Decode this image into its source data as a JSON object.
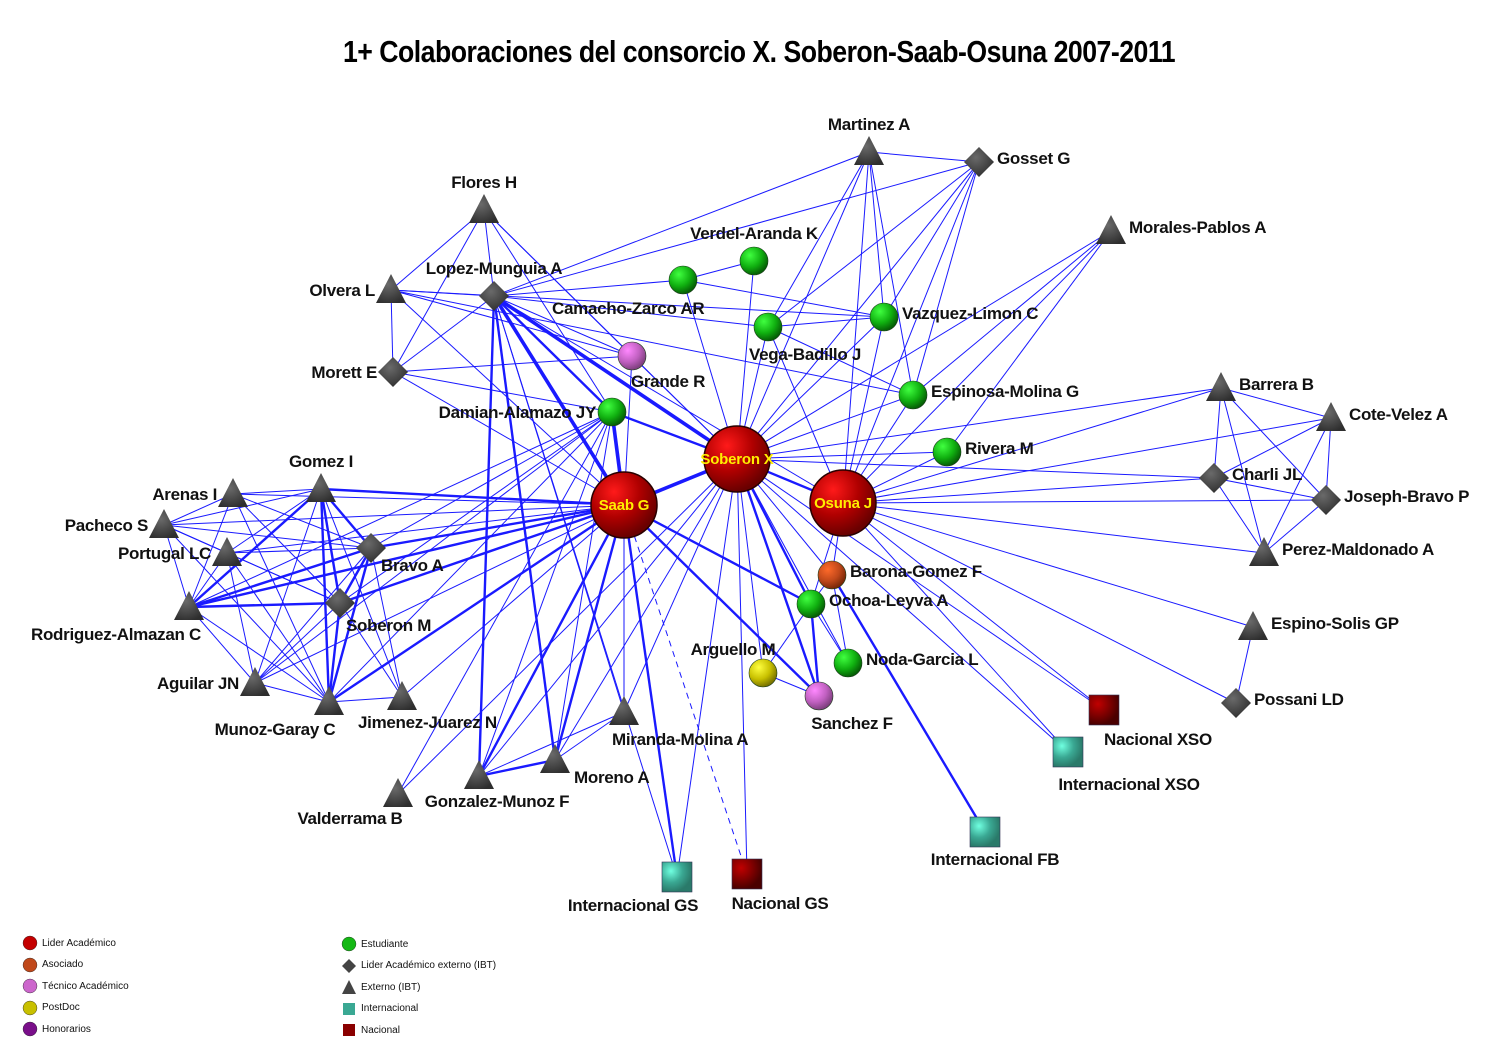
{
  "title": "1+ Colaboraciones del consorcio X. Soberon-Saab-Osuna 2007-2011",
  "colors": {
    "edge": "#1a1aff",
    "lider": "#c40000",
    "asociado": "#c0481a",
    "tecnico": "#cc66cc",
    "postdoc": "#c8c000",
    "honorarios": "#7a0f8a",
    "estudiante": "#14b814",
    "externo": "#444444",
    "internacional": "#3aa893",
    "nacional": "#8a0000",
    "center_label": "#ffee00"
  },
  "legend": {
    "left": [
      {
        "label": "Lider Académico",
        "shape": "circle",
        "type": "lider"
      },
      {
        "label": "Asociado",
        "shape": "circle",
        "type": "asociado"
      },
      {
        "label": "Técnico Académico",
        "shape": "circle",
        "type": "tecnico"
      },
      {
        "label": "PostDoc",
        "shape": "circle",
        "type": "postdoc"
      },
      {
        "label": "Honorarios",
        "shape": "circle",
        "type": "honorarios"
      }
    ],
    "right": [
      {
        "label": "Estudiante",
        "shape": "circle",
        "type": "estudiante"
      },
      {
        "label": "Lider Académico externo (IBT)",
        "shape": "diamond",
        "type": "externo"
      },
      {
        "label": "Externo (IBT)",
        "shape": "triangle",
        "type": "externo"
      },
      {
        "label": "Internacional",
        "shape": "square",
        "type": "internacional"
      },
      {
        "label": "Nacional",
        "shape": "square",
        "type": "nacional"
      }
    ]
  },
  "nodes": [
    {
      "id": "soberon_x",
      "label": "Soberon X",
      "type": "lider",
      "shape": "bigcircle"
    },
    {
      "id": "saab_g",
      "label": "Saab G",
      "type": "lider",
      "shape": "bigcircle"
    },
    {
      "id": "osuna_j",
      "label": "Osuna J",
      "type": "lider",
      "shape": "bigcircle"
    },
    {
      "id": "martinez_a",
      "label": "Martinez A",
      "type": "externo",
      "shape": "triangle"
    },
    {
      "id": "gosset_g",
      "label": "Gosset G",
      "type": "externo",
      "shape": "diamond"
    },
    {
      "id": "flores_h",
      "label": "Flores H",
      "type": "externo",
      "shape": "triangle"
    },
    {
      "id": "morales_pablos_a",
      "label": "Morales-Pablos A",
      "type": "externo",
      "shape": "triangle"
    },
    {
      "id": "verdel_aranda_k",
      "label": "Verdel-Aranda K",
      "type": "estudiante",
      "shape": "circle"
    },
    {
      "id": "olvera_l",
      "label": "Olvera L",
      "type": "externo",
      "shape": "triangle"
    },
    {
      "id": "lopez_munguia_a",
      "label": "Lopez-Munguia A",
      "type": "externo",
      "shape": "diamond"
    },
    {
      "id": "camacho_zarco_ar",
      "label": "Camacho-Zarco AR",
      "type": "estudiante",
      "shape": "circle"
    },
    {
      "id": "vega_badillo_j",
      "label": "Vega-Badillo J",
      "type": "estudiante",
      "shape": "circle"
    },
    {
      "id": "vazquez_limon_c",
      "label": "Vazquez-Limon C",
      "type": "estudiante",
      "shape": "circle"
    },
    {
      "id": "morett_e",
      "label": "Morett E",
      "type": "externo",
      "shape": "diamond"
    },
    {
      "id": "grande_r",
      "label": "Grande R",
      "type": "tecnico",
      "shape": "circle"
    },
    {
      "id": "espinosa_molina_g",
      "label": "Espinosa-Molina G",
      "type": "estudiante",
      "shape": "circle"
    },
    {
      "id": "damian_alamazo_jy",
      "label": "Damian-Alamazo JY",
      "type": "estudiante",
      "shape": "circle"
    },
    {
      "id": "barrera_b",
      "label": "Barrera B",
      "type": "externo",
      "shape": "triangle"
    },
    {
      "id": "cote_velez_a",
      "label": "Cote-Velez A",
      "type": "externo",
      "shape": "triangle"
    },
    {
      "id": "rivera_m",
      "label": "Rivera M",
      "type": "estudiante",
      "shape": "circle"
    },
    {
      "id": "gomez_i",
      "label": "Gomez I",
      "type": "externo",
      "shape": "triangle"
    },
    {
      "id": "arenas_i",
      "label": "Arenas I",
      "type": "externo",
      "shape": "triangle"
    },
    {
      "id": "charli_jl",
      "label": "Charli JL",
      "type": "externo",
      "shape": "diamond"
    },
    {
      "id": "joseph_bravo_p",
      "label": "Joseph-Bravo P",
      "type": "externo",
      "shape": "diamond"
    },
    {
      "id": "pacheco_s",
      "label": "Pacheco S",
      "type": "externo",
      "shape": "triangle"
    },
    {
      "id": "portugal_lc",
      "label": "Portugal LC",
      "type": "externo",
      "shape": "triangle"
    },
    {
      "id": "bravo_a",
      "label": "Bravo A",
      "type": "externo",
      "shape": "diamond"
    },
    {
      "id": "perez_maldonado_a",
      "label": "Perez-Maldonado A",
      "type": "externo",
      "shape": "triangle"
    },
    {
      "id": "barona_gomez_f",
      "label": "Barona-Gomez F",
      "type": "asociado",
      "shape": "circle"
    },
    {
      "id": "rodriguez_almazan_c",
      "label": "Rodriguez-Almazan C",
      "type": "externo",
      "shape": "triangle"
    },
    {
      "id": "soberon_m",
      "label": "Soberon M",
      "type": "externo",
      "shape": "diamond"
    },
    {
      "id": "ochoa_leyva_a",
      "label": "Ochoa-Leyva A",
      "type": "estudiante",
      "shape": "circle"
    },
    {
      "id": "espino_solis_gp",
      "label": "Espino-Solis GP",
      "type": "externo",
      "shape": "triangle"
    },
    {
      "id": "arguello_m",
      "label": "Arguello M",
      "type": "postdoc",
      "shape": "circle"
    },
    {
      "id": "noda_garcia_l",
      "label": "Noda-Garcia L",
      "type": "estudiante",
      "shape": "circle"
    },
    {
      "id": "aguilar_jn",
      "label": "Aguilar JN",
      "type": "externo",
      "shape": "triangle"
    },
    {
      "id": "munoz_garay_c",
      "label": "Munoz-Garay C",
      "type": "externo",
      "shape": "triangle"
    },
    {
      "id": "jimenez_juarez_n",
      "label": "Jimenez-Juarez N",
      "type": "externo",
      "shape": "triangle"
    },
    {
      "id": "sanchez_f",
      "label": "Sanchez F",
      "type": "tecnico",
      "shape": "circle"
    },
    {
      "id": "possani_ld",
      "label": "Possani LD",
      "type": "externo",
      "shape": "diamond"
    },
    {
      "id": "nacional_xso",
      "label": "Nacional XSO",
      "type": "nacional",
      "shape": "square"
    },
    {
      "id": "miranda_molina_a",
      "label": "Miranda-Molina A",
      "type": "externo",
      "shape": "triangle"
    },
    {
      "id": "internacional_xso",
      "label": "Internacional XSO",
      "type": "internacional",
      "shape": "square"
    },
    {
      "id": "moreno_a",
      "label": "Moreno A",
      "type": "externo",
      "shape": "triangle"
    },
    {
      "id": "valderrama_b",
      "label": "Valderrama B",
      "type": "externo",
      "shape": "triangle"
    },
    {
      "id": "gonzalez_munoz_f",
      "label": "Gonzalez-Munoz F",
      "type": "externo",
      "shape": "triangle"
    },
    {
      "id": "internacional_fb",
      "label": "Internacional FB",
      "type": "internacional",
      "shape": "square"
    },
    {
      "id": "internacional_gs",
      "label": "Internacional GS",
      "type": "internacional",
      "shape": "square"
    },
    {
      "id": "nacional_gs",
      "label": "Nacional GS",
      "type": "nacional",
      "shape": "square"
    }
  ],
  "edges": [
    [
      "soberon_x",
      "saab_g",
      3
    ],
    [
      "soberon_x",
      "osuna_j",
      2
    ],
    [
      "soberon_x",
      "martinez_a",
      1
    ],
    [
      "soberon_x",
      "gosset_g",
      1
    ],
    [
      "soberon_x",
      "verdel_aranda_k",
      1
    ],
    [
      "soberon_x",
      "camacho_zarco_ar",
      1
    ],
    [
      "soberon_x",
      "vega_badillo_j",
      1
    ],
    [
      "soberon_x",
      "vazquez_limon_c",
      1
    ],
    [
      "soberon_x",
      "espinosa_molina_g",
      1
    ],
    [
      "soberon_x",
      "rivera_m",
      1
    ],
    [
      "soberon_x",
      "morales_pablos_a",
      1
    ],
    [
      "soberon_x",
      "lopez_munguia_a",
      3
    ],
    [
      "soberon_x",
      "damian_alamazo_jy",
      2
    ],
    [
      "soberon_x",
      "grande_r",
      1
    ],
    [
      "soberon_x",
      "flores_h",
      1
    ],
    [
      "soberon_x",
      "ochoa_leyva_a",
      2
    ],
    [
      "soberon_x",
      "sanchez_f",
      2
    ],
    [
      "soberon_x",
      "arguello_m",
      1
    ],
    [
      "soberon_x",
      "noda_garcia_l",
      1
    ],
    [
      "soberon_x",
      "barona_gomez_f",
      1
    ],
    [
      "soberon_x",
      "internacional_gs",
      1
    ],
    [
      "soberon_x",
      "nacional_gs",
      1
    ],
    [
      "soberon_x",
      "miranda_molina_a",
      1
    ],
    [
      "soberon_x",
      "moreno_a",
      1
    ],
    [
      "soberon_x",
      "gonzalez_munoz_f",
      1
    ],
    [
      "soberon_x",
      "nacional_xso",
      1
    ],
    [
      "soberon_x",
      "internacional_xso",
      1
    ],
    [
      "soberon_x",
      "barrera_b",
      1
    ],
    [
      "soberon_x",
      "charli_jl",
      1
    ],
    [
      "soberon_x",
      "valderrama_b",
      1
    ],
    [
      "saab_g",
      "lopez_munguia_a",
      3
    ],
    [
      "saab_g",
      "damian_alamazo_jy",
      3
    ],
    [
      "saab_g",
      "grande_r",
      1
    ],
    [
      "saab_g",
      "gomez_i",
      2
    ],
    [
      "saab_g",
      "arenas_i",
      1
    ],
    [
      "saab_g",
      "pacheco_s",
      1
    ],
    [
      "saab_g",
      "portugal_lc",
      1
    ],
    [
      "saab_g",
      "bravo_a",
      2
    ],
    [
      "saab_g",
      "rodriguez_almazan_c",
      2
    ],
    [
      "saab_g",
      "soberon_m",
      2
    ],
    [
      "saab_g",
      "aguilar_jn",
      1
    ],
    [
      "saab_g",
      "munoz_garay_c",
      2
    ],
    [
      "saab_g",
      "jimenez_juarez_n",
      1
    ],
    [
      "saab_g",
      "gonzalez_munoz_f",
      2
    ],
    [
      "saab_g",
      "moreno_a",
      2
    ],
    [
      "saab_g",
      "miranda_molina_a",
      1
    ],
    [
      "saab_g",
      "internacional_gs",
      2
    ],
    [
      "saab_g",
      "ochoa_leyva_a",
      2
    ],
    [
      "saab_g",
      "sanchez_f",
      2
    ],
    [
      "saab_g",
      "nacional_gs",
      1,
      "dashed"
    ],
    [
      "saab_g",
      "olvera_l",
      1
    ],
    [
      "saab_g",
      "morett_e",
      1
    ],
    [
      "osuna_j",
      "martinez_a",
      1
    ],
    [
      "osuna_j",
      "gosset_g",
      1
    ],
    [
      "osuna_j",
      "morales_pablos_a",
      1
    ],
    [
      "osuna_j",
      "vazquez_limon_c",
      1
    ],
    [
      "osuna_j",
      "espinosa_molina_g",
      1
    ],
    [
      "osuna_j",
      "rivera_m",
      1
    ],
    [
      "osuna_j",
      "barrera_b",
      1
    ],
    [
      "osuna_j",
      "cote_velez_a",
      1
    ],
    [
      "osuna_j",
      "charli_jl",
      1
    ],
    [
      "osuna_j",
      "joseph_bravo_p",
      1
    ],
    [
      "osuna_j",
      "perez_maldonado_a",
      1
    ],
    [
      "osuna_j",
      "espino_solis_gp",
      1
    ],
    [
      "osuna_j",
      "possani_ld",
      1
    ],
    [
      "osuna_j",
      "nacional_xso",
      1
    ],
    [
      "osuna_j",
      "internacional_xso",
      1
    ],
    [
      "osuna_j",
      "vega_badillo_j",
      1
    ],
    [
      "osuna_j",
      "barona_gomez_f",
      1
    ],
    [
      "osuna_j",
      "ochoa_leyva_a",
      1
    ],
    [
      "osuna_j",
      "lopez_munguia_a",
      1
    ],
    [
      "martinez_a",
      "gosset_g",
      1
    ],
    [
      "martinez_a",
      "lopez_munguia_a",
      1
    ],
    [
      "martinez_a",
      "vega_badillo_j",
      1
    ],
    [
      "martinez_a",
      "vazquez_limon_c",
      1
    ],
    [
      "martinez_a",
      "espinosa_molina_g",
      1
    ],
    [
      "gosset_g",
      "lopez_munguia_a",
      1
    ],
    [
      "gosset_g",
      "vega_badillo_j",
      1
    ],
    [
      "gosset_g",
      "vazquez_limon_c",
      1
    ],
    [
      "gosset_g",
      "espinosa_molina_g",
      1
    ],
    [
      "morales_pablos_a",
      "espinosa_molina_g",
      1
    ],
    [
      "morales_pablos_a",
      "rivera_m",
      1
    ],
    [
      "verdel_aranda_k",
      "camacho_zarco_ar",
      1
    ],
    [
      "flores_h",
      "olvera_l",
      1
    ],
    [
      "flores_h",
      "lopez_munguia_a",
      1
    ],
    [
      "flores_h",
      "morett_e",
      1
    ],
    [
      "flores_h",
      "grande_r",
      1
    ],
    [
      "flores_h",
      "damian_alamazo_jy",
      1
    ],
    [
      "olvera_l",
      "lopez_munguia_a",
      1
    ],
    [
      "olvera_l",
      "morett_e",
      1
    ],
    [
      "olvera_l",
      "vazquez_limon_c",
      1
    ],
    [
      "olvera_l",
      "espinosa_molina_g",
      1
    ],
    [
      "olvera_l",
      "grande_r",
      1
    ],
    [
      "lopez_munguia_a",
      "morett_e",
      1
    ],
    [
      "lopez_munguia_a",
      "camacho_zarco_ar",
      1
    ],
    [
      "lopez_munguia_a",
      "vega_badillo_j",
      1
    ],
    [
      "lopez_munguia_a",
      "grande_r",
      1
    ],
    [
      "lopez_munguia_a",
      "damian_alamazo_jy",
      2
    ],
    [
      "lopez_munguia_a",
      "gonzalez_munoz_f",
      2
    ],
    [
      "lopez_munguia_a",
      "moreno_a",
      2
    ],
    [
      "lopez_munguia_a",
      "miranda_molina_a",
      1
    ],
    [
      "lopez_munguia_a",
      "internacional_gs",
      1
    ],
    [
      "morett_e",
      "grande_r",
      1
    ],
    [
      "morett_e",
      "damian_alamazo_jy",
      1
    ],
    [
      "vega_badillo_j",
      "vazquez_limon_c",
      1
    ],
    [
      "vega_badillo_j",
      "espinosa_molina_g",
      1
    ],
    [
      "camacho_zarco_ar",
      "vazquez_limon_c",
      1
    ],
    [
      "damian_alamazo_jy",
      "gonzalez_munoz_f",
      1
    ],
    [
      "damian_alamazo_jy",
      "moreno_a",
      1
    ],
    [
      "damian_alamazo_jy",
      "rodriguez_almazan_c",
      1
    ],
    [
      "damian_alamazo_jy",
      "munoz_garay_c",
      1
    ],
    [
      "damian_alamazo_jy",
      "soberon_m",
      1
    ],
    [
      "damian_alamazo_jy",
      "bravo_a",
      1
    ],
    [
      "damian_alamazo_jy",
      "aguilar_jn",
      1
    ],
    [
      "damian_alamazo_jy",
      "valderrama_b",
      1
    ],
    [
      "barrera_b",
      "cote_velez_a",
      1
    ],
    [
      "barrera_b",
      "charli_jl",
      1
    ],
    [
      "barrera_b",
      "joseph_bravo_p",
      1
    ],
    [
      "barrera_b",
      "perez_maldonado_a",
      1
    ],
    [
      "cote_velez_a",
      "charli_jl",
      1
    ],
    [
      "cote_velez_a",
      "joseph_bravo_p",
      1
    ],
    [
      "cote_velez_a",
      "perez_maldonado_a",
      1
    ],
    [
      "charli_jl",
      "joseph_bravo_p",
      1
    ],
    [
      "charli_jl",
      "perez_maldonado_a",
      1
    ],
    [
      "joseph_bravo_p",
      "perez_maldonado_a",
      1
    ],
    [
      "espino_solis_gp",
      "possani_ld",
      1
    ],
    [
      "gomez_i",
      "arenas_i",
      1
    ],
    [
      "gomez_i",
      "pacheco_s",
      1
    ],
    [
      "gomez_i",
      "portugal_lc",
      1
    ],
    [
      "gomez_i",
      "bravo_a",
      2
    ],
    [
      "gomez_i",
      "rodriguez_almazan_c",
      2
    ],
    [
      "gomez_i",
      "soberon_m",
      2
    ],
    [
      "gomez_i",
      "aguilar_jn",
      1
    ],
    [
      "gomez_i",
      "munoz_garay_c",
      2
    ],
    [
      "gomez_i",
      "jimenez_juarez_n",
      1
    ],
    [
      "arenas_i",
      "pacheco_s",
      1
    ],
    [
      "arenas_i",
      "bravo_a",
      1
    ],
    [
      "arenas_i",
      "rodriguez_almazan_c",
      1
    ],
    [
      "arenas_i",
      "soberon_m",
      1
    ],
    [
      "arenas_i",
      "munoz_garay_c",
      1
    ],
    [
      "pacheco_s",
      "portugal_lc",
      1
    ],
    [
      "pacheco_s",
      "bravo_a",
      1
    ],
    [
      "pacheco_s",
      "rodriguez_almazan_c",
      1
    ],
    [
      "pacheco_s",
      "soberon_m",
      1
    ],
    [
      "pacheco_s",
      "munoz_garay_c",
      1
    ],
    [
      "portugal_lc",
      "bravo_a",
      1
    ],
    [
      "portugal_lc",
      "rodriguez_almazan_c",
      1
    ],
    [
      "portugal_lc",
      "soberon_m",
      1
    ],
    [
      "portugal_lc",
      "aguilar_jn",
      1
    ],
    [
      "portugal_lc",
      "munoz_garay_c",
      1
    ],
    [
      "bravo_a",
      "rodriguez_almazan_c",
      2
    ],
    [
      "bravo_a",
      "soberon_m",
      2
    ],
    [
      "bravo_a",
      "aguilar_jn",
      1
    ],
    [
      "bravo_a",
      "munoz_garay_c",
      2
    ],
    [
      "bravo_a",
      "jimenez_juarez_n",
      1
    ],
    [
      "rodriguez_almazan_c",
      "soberon_m",
      2
    ],
    [
      "rodriguez_almazan_c",
      "aguilar_jn",
      1
    ],
    [
      "rodriguez_almazan_c",
      "munoz_garay_c",
      1
    ],
    [
      "soberon_m",
      "aguilar_jn",
      1
    ],
    [
      "soberon_m",
      "munoz_garay_c",
      2
    ],
    [
      "soberon_m",
      "jimenez_juarez_n",
      1
    ],
    [
      "aguilar_jn",
      "munoz_garay_c",
      1
    ],
    [
      "munoz_garay_c",
      "jimenez_juarez_n",
      1
    ],
    [
      "barona_gomez_f",
      "ochoa_leyva_a",
      1
    ],
    [
      "barona_gomez_f",
      "noda_garcia_l",
      1
    ],
    [
      "barona_gomez_f",
      "internacional_fb",
      2
    ],
    [
      "ochoa_leyva_a",
      "arguello_m",
      1
    ],
    [
      "ochoa_leyva_a",
      "sanchez_f",
      2
    ],
    [
      "ochoa_leyva_a",
      "noda_garcia_l",
      1
    ],
    [
      "arguello_m",
      "sanchez_f",
      1
    ],
    [
      "gonzalez_munoz_f",
      "moreno_a",
      2
    ],
    [
      "gonzalez_munoz_f",
      "miranda_molina_a",
      1
    ],
    [
      "moreno_a",
      "miranda_molina_a",
      1
    ]
  ]
}
